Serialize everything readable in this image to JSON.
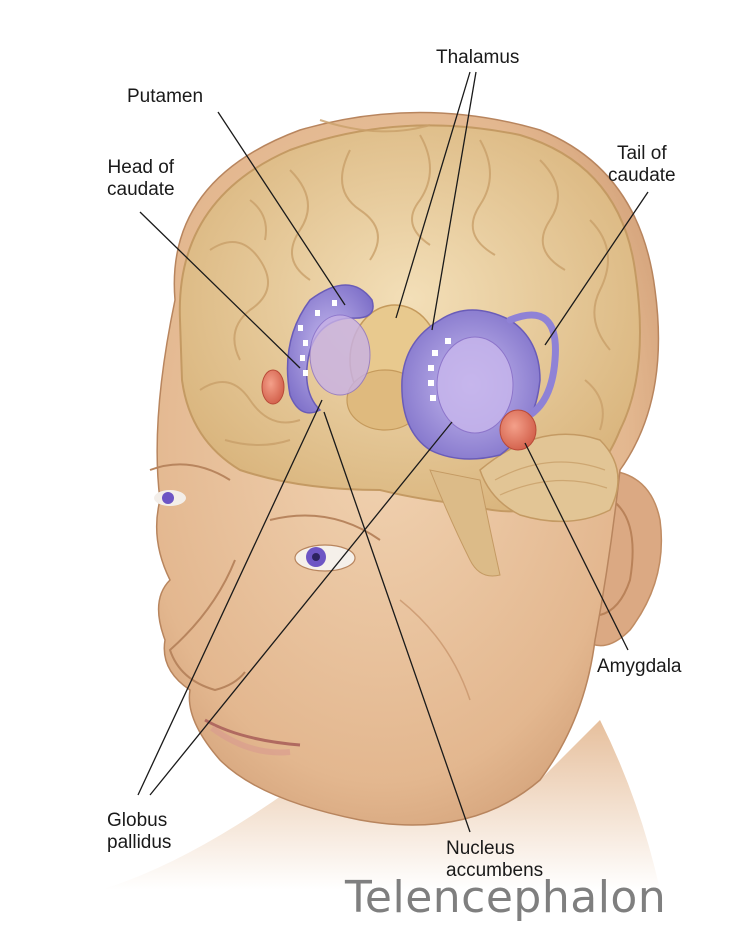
{
  "labels": {
    "thalamus": "Thalamus",
    "putamen": "Putamen",
    "head_of_caudate": "Head of\ncaudate",
    "tail_of_caudate": "Tail of\ncaudate",
    "amygdala": "Amygdala",
    "globus_pallidus": "Globus\npallidus",
    "nucleus_accumbens": "Nucleus\naccumbens"
  },
  "caption": "Telencephalon",
  "colors": {
    "brain": "#e9cf9d",
    "skin": "#eac7a2",
    "caudate": "#8f82d6",
    "amygdala": "#e06c5a",
    "caption": "#7f7f7f"
  }
}
